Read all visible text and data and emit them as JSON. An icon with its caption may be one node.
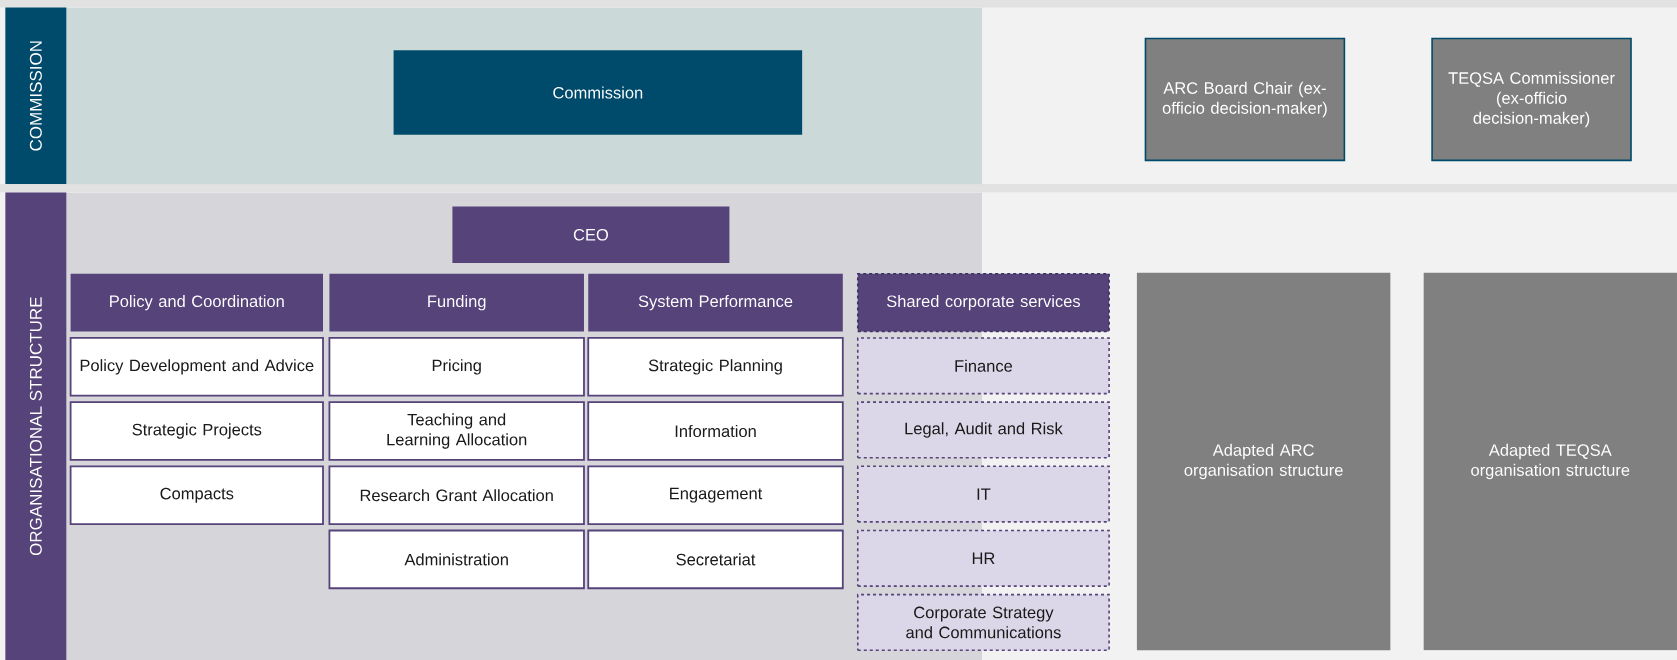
{
  "diagram": {
    "nodes": [
      {
        "text": [
          "COMMISSION"
        ]
      },
      {
        "text": [
          "Commission"
        ],
        "in": 0
      },
      {
        "text": [
          "ARC Board Chair (ex-officio decision-maker)"
        ]
      },
      {
        "text": [
          "TEQSA Commissioner (ex-officio decision-maker)"
        ]
      },
      {
        "text": [
          "ORGANISATIONAL STRUCTURE"
        ]
      },
      {
        "text": [
          "CEO"
        ],
        "in": 4
      },
      {
        "text": [
          "Policy and Coordination"
        ],
        "in": 4
      },
      {
        "text": [
          "Funding"
        ],
        "in": 4
      },
      {
        "text": [
          "System Performance"
        ],
        "in": 4
      },
      {
        "text": [
          "Policy Development and Advice"
        ],
        "in": 4
      },
      {
        "text": [
          "Strategic Projects"
        ],
        "in": 4
      },
      {
        "text": [
          "Compacts"
        ],
        "in": 4
      },
      {
        "text": [
          "Pricing"
        ],
        "in": 4
      },
      {
        "text": [
          "Teaching and Learning Allocation"
        ],
        "in": 4
      },
      {
        "text": [
          "Research Grant Allocation"
        ],
        "in": 4
      },
      {
        "text": [
          "Administration"
        ],
        "in": 4
      },
      {
        "text": [
          "Strategic Planning"
        ],
        "in": 4
      },
      {
        "text": [
          "Information"
        ],
        "in": 4
      },
      {
        "text": [
          "Engagement"
        ],
        "in": 4
      },
      {
        "text": [
          "Secretariat"
        ],
        "in": 4
      },
      {
        "text": [
          "Shared corporate services"
        ]
      },
      {
        "text": [
          "Finance"
        ]
      },
      {
        "text": [
          "Legal, Audit and Risk"
        ]
      },
      {
        "text": [
          "IT"
        ]
      },
      {
        "text": [
          "HR"
        ]
      },
      {
        "text": [
          "Corporate Strategy and Communications"
        ]
      },
      {
        "text": [
          "Adapted ARC organisation structure"
        ]
      },
      {
        "text": [
          "Adapted TEQSA organisation structure"
        ]
      }
    ]
  }
}
